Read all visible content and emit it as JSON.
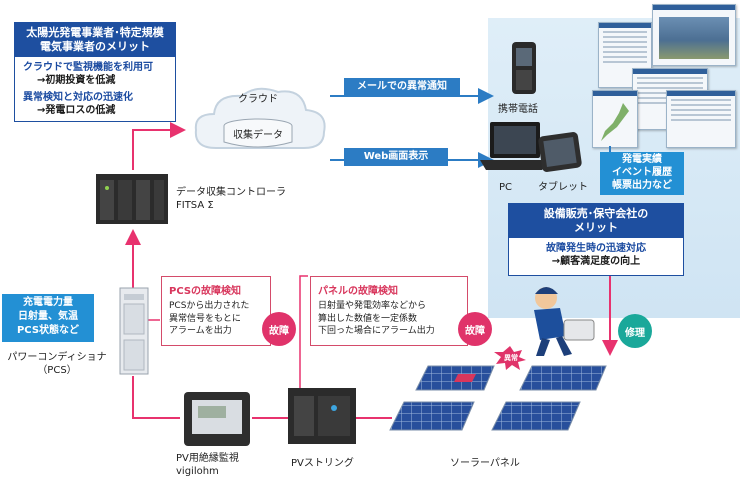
{
  "merit_left": {
    "title_line1": "太陽光発電事業者･特定規模",
    "title_line2": "電気事業者のメリット",
    "point1": "クラウドで監視機能を利用可",
    "point1_sub": "→初期投資を低減",
    "point2": "異常検知と対応の迅速化",
    "point2_sub": "→発電ロスの低減"
  },
  "cloud": {
    "label": "クラウド",
    "db_label": "収集データ"
  },
  "mail_tag": "メールでの異常通知",
  "web_tag": "Web画面表示",
  "devices": {
    "phone": "携帯電話",
    "pc": "PC",
    "tablet": "タブレット"
  },
  "report_box": {
    "line1": "発電実績",
    "line2": "イベント履歴",
    "line3": "帳票出力など"
  },
  "merit_right": {
    "title_line1": "設備販売･保守会社の",
    "title_line2": "メリット",
    "point": "故障発生時の迅速対応",
    "point_sub": "→顧客満足度の向上"
  },
  "controller": {
    "line1": "データ収集コントローラ",
    "line2": "FITSA Σ"
  },
  "pcs_box": {
    "line1": "充電電力量",
    "line2": "日射量、気温",
    "line3": "PCS状態など"
  },
  "pcs_label": {
    "line1": "パワーコンディショナ",
    "line2": "（PCS）"
  },
  "fault_pcs": {
    "title": "PCSの故障検知",
    "line1": "PCSから出力された",
    "line2": "異常信号をもとに",
    "line3": "アラームを出力"
  },
  "fault_panel": {
    "title": "パネルの故障検知",
    "line1": "日射量や発電効率などから",
    "line2": "算出した数値を一定係数",
    "line3": "下回った場合にアラーム出力"
  },
  "fault_badge": "故障",
  "repair_badge": "修理",
  "anomaly_badge": "異常",
  "vigilohm": {
    "line1": "PV用絶縁監視",
    "line2": "vigilohm"
  },
  "pv_string": "PVストリング",
  "solar_panel": "ソーラーパネル",
  "colors": {
    "accent_blue": "#1e4fa0",
    "arrow_pink": "#e8326e",
    "cyan": "#2390d4",
    "teal": "#1aa89a"
  }
}
